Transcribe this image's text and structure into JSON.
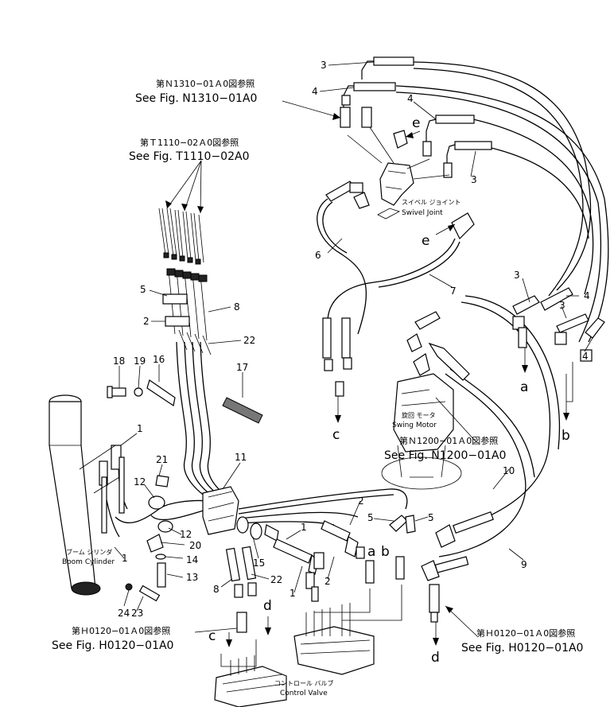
{
  "references": {
    "n1310": {
      "jp": "第Ｎ1310−01Ａ0図参照",
      "en": "See Fig. N1310−01A0"
    },
    "t1110": {
      "jp": "第Ｔ1110−02Ａ0図参照",
      "en": "See Fig. T1110−02A0"
    },
    "n1200": {
      "jp": "第Ｎ1200−01Ａ0図参照",
      "en": "See Fig. N1200−01A0"
    },
    "h0120_left": {
      "jp": "第Ｈ0120−01Ａ0図参照",
      "en": "See Fig. H0120−01A0"
    },
    "h0120_right": {
      "jp": "第Ｈ0120−01Ａ0図参照",
      "en": "See Fig. H0120−01A0"
    }
  },
  "components": {
    "swivel_joint": {
      "jp": "スイベル ジョイント",
      "en": "Swivel Joint"
    },
    "swing_motor": {
      "jp": "旋回 モータ",
      "en": "Swing Motor"
    },
    "boom_cylinder": {
      "jp": "ブーム シリンダ",
      "en": "Boom Cylinder"
    },
    "control_valve": {
      "jp": "コントロール バルブ",
      "en": "Control Valve"
    }
  },
  "part_numbers": {
    "p1": "1",
    "p2": "2",
    "p3": "3",
    "p4": "4",
    "p5": "5",
    "p6": "6",
    "p7": "7",
    "p8": "8",
    "p9": "9",
    "p10": "10",
    "p11": "11",
    "p12": "12",
    "p13": "13",
    "p14": "14",
    "p15": "15",
    "p16": "16",
    "p17": "17",
    "p18": "18",
    "p19": "19",
    "p20": "20",
    "p21": "21",
    "p22": "22",
    "p23": "23",
    "p24": "24"
  },
  "connection_letters": {
    "a": "a",
    "b": "b",
    "c": "c",
    "d": "d",
    "e": "e"
  }
}
